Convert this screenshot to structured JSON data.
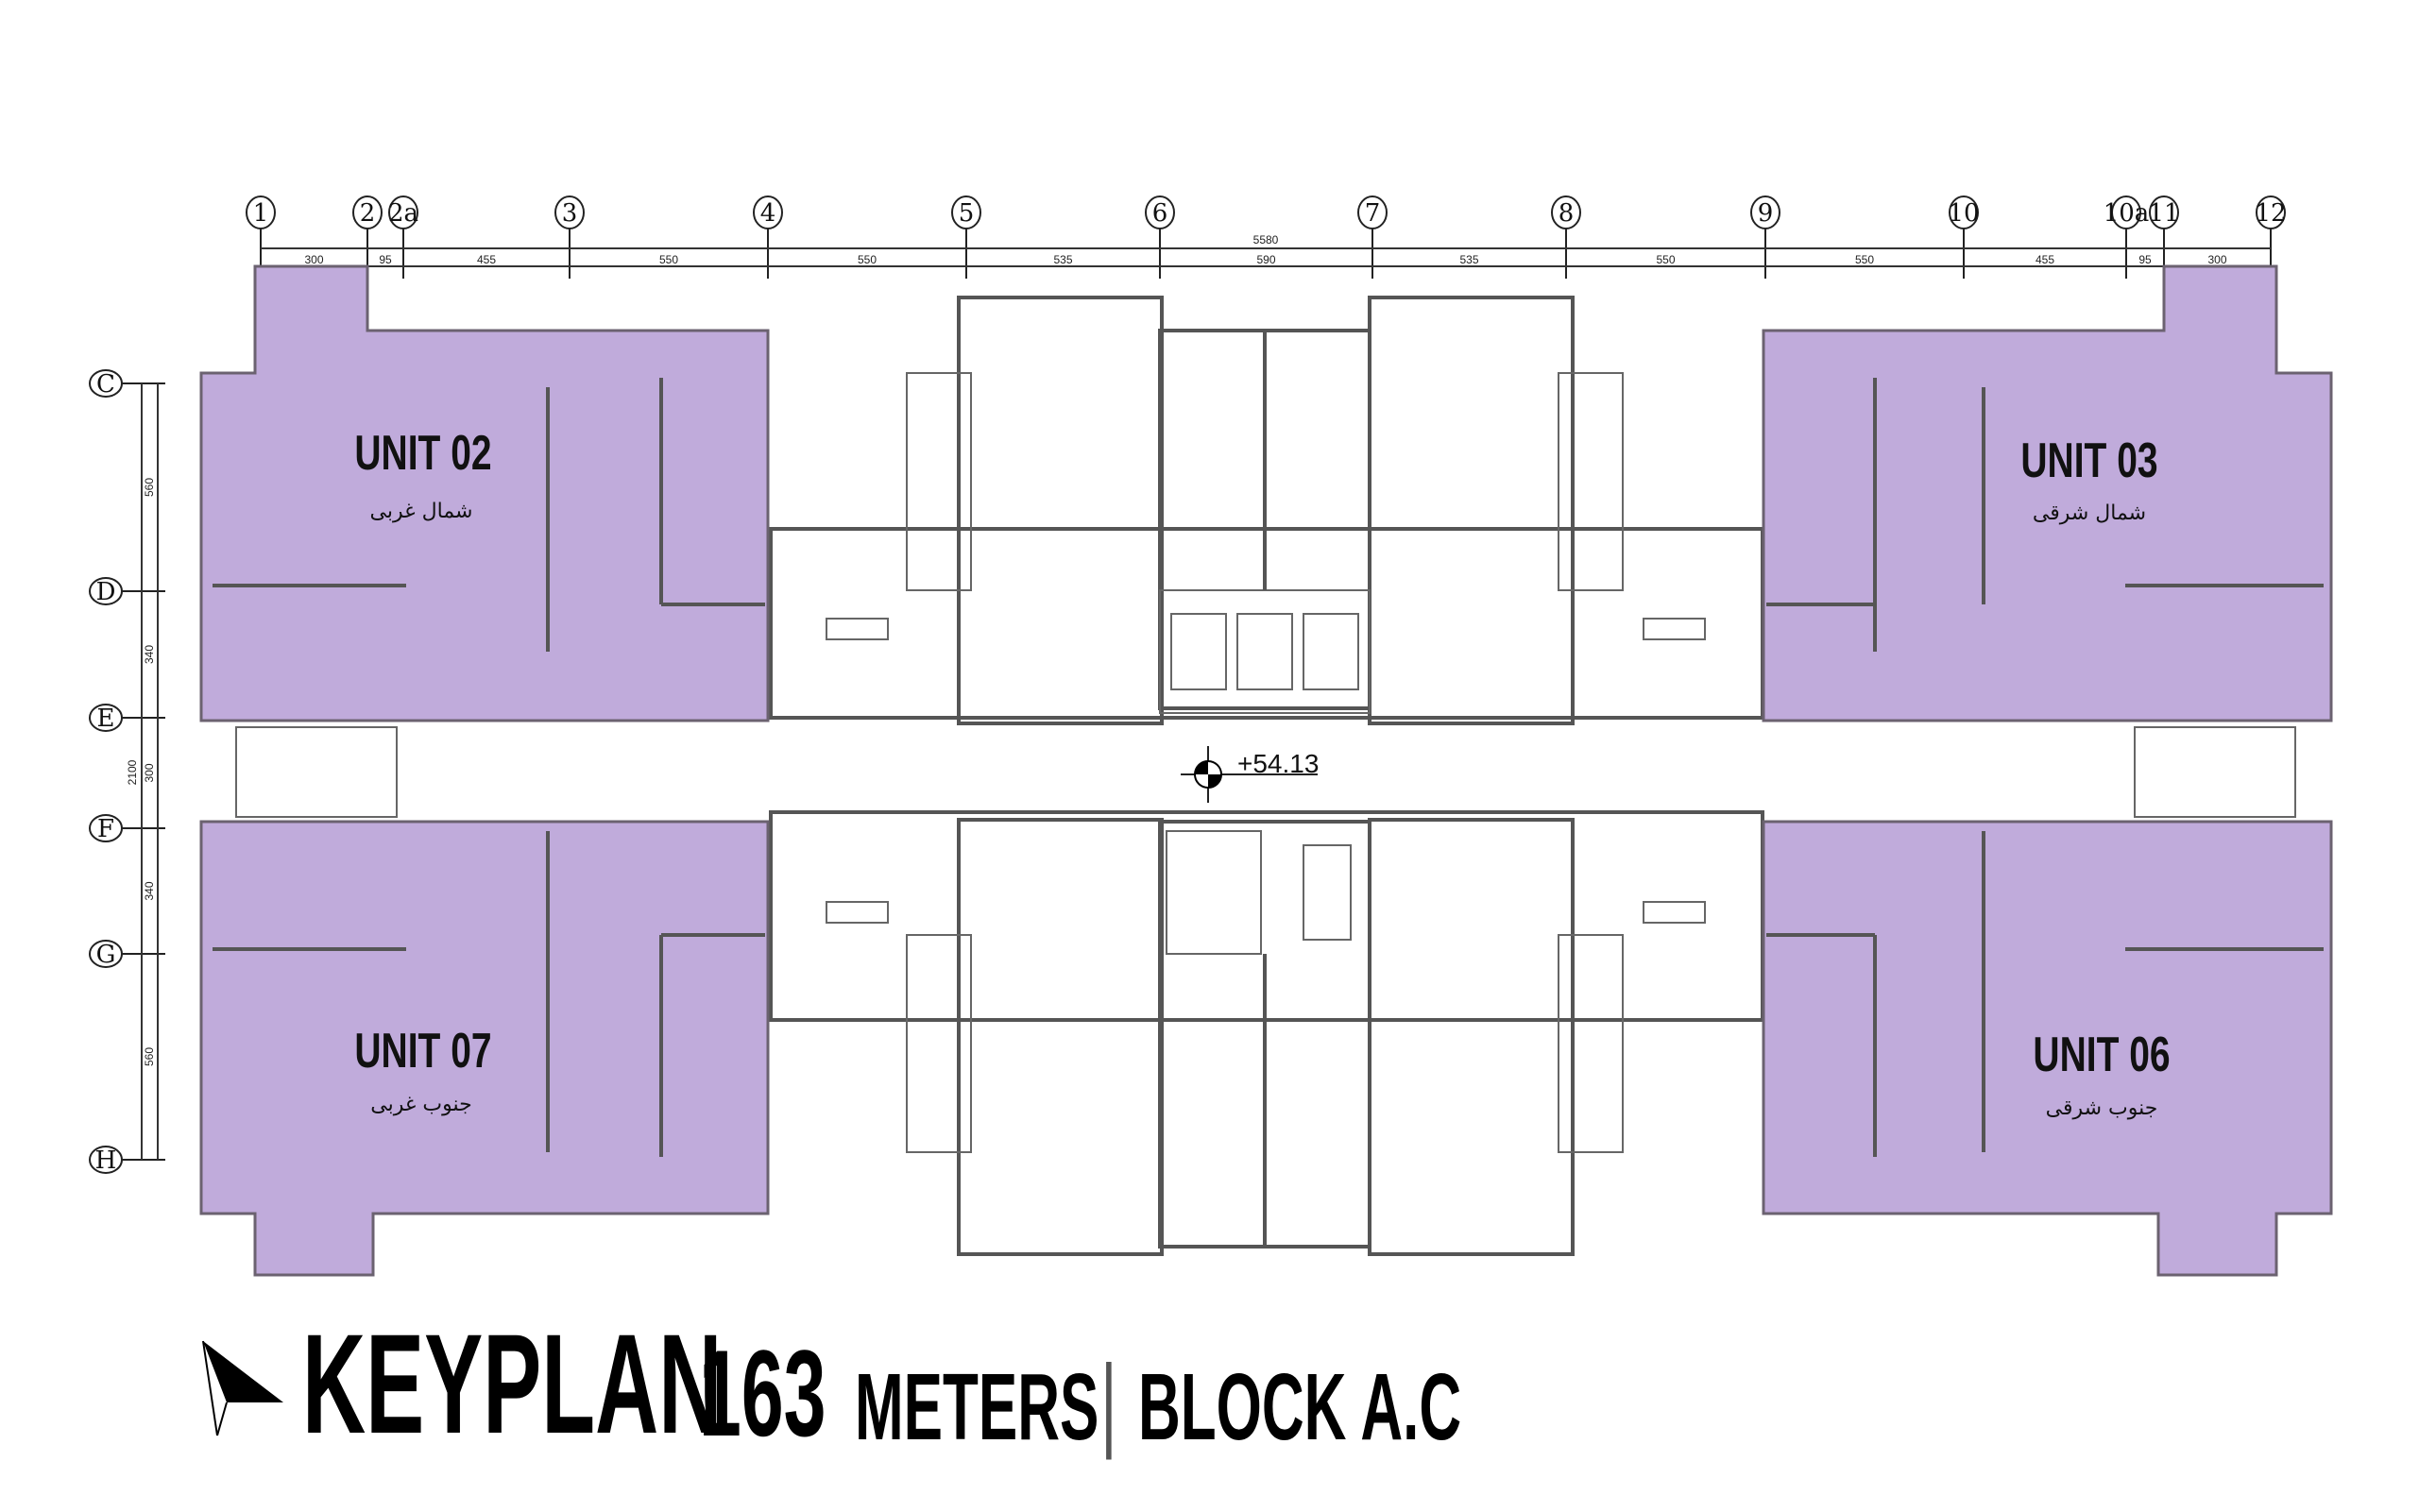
{
  "plan": {
    "grid_columns": [
      "1",
      "2",
      "2a",
      "3",
      "4",
      "5",
      "6",
      "7",
      "8",
      "9",
      "10",
      "10a",
      "11",
      "12"
    ],
    "grid_rows": [
      "C",
      "D",
      "E",
      "F",
      "G",
      "H"
    ],
    "column_dimensions": [
      "300",
      "95",
      "455",
      "550",
      "550",
      "535",
      "590",
      "535",
      "550",
      "550",
      "455",
      "95",
      "300"
    ],
    "total_width": "5580",
    "row_dimensions": [
      "560",
      "340",
      "300",
      "340",
      "560"
    ],
    "total_depth": "2100",
    "level_mark": "+54.13",
    "unit_fill_color": "#c0abdb",
    "units": [
      {
        "name": "UNIT 02",
        "orientation": "شمال غربی"
      },
      {
        "name": "UNIT 03",
        "orientation": "شمال شرقی"
      },
      {
        "name": "UNIT 07",
        "orientation": "جنوب غربی"
      },
      {
        "name": "UNIT 06",
        "orientation": "جنوب شرقی"
      }
    ]
  },
  "title": {
    "keyplan": "KEYPLAN",
    "area": "163",
    "unit": "METERS",
    "separator": "|",
    "block": "BLOCK A.C"
  }
}
